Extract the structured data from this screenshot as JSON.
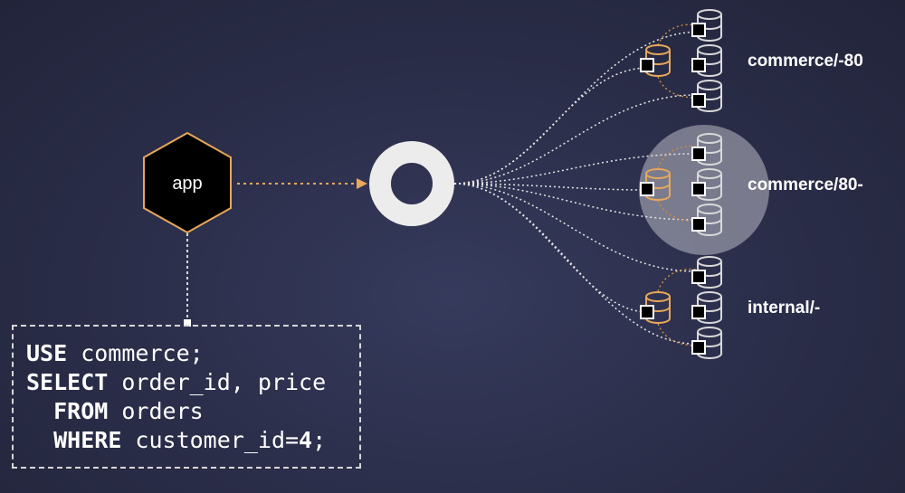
{
  "app": {
    "label": "app"
  },
  "shards": [
    {
      "label": "commerce/-80"
    },
    {
      "label": "commerce/80-"
    },
    {
      "label": "internal/-"
    }
  ],
  "query": {
    "lines": [
      {
        "kw": "USE",
        "rest": " commerce;"
      },
      {
        "kw": "SELECT",
        "rest": " order_id, price"
      },
      {
        "kw": "FROM",
        "rest": " orders"
      },
      {
        "kw": "WHERE",
        "rest": " customer_id=",
        "num": "4",
        "end": ";"
      }
    ]
  },
  "colors": {
    "primary_db": "#e8a75a",
    "replica_db": "#d9d9d9",
    "app_border": "#e8a75a",
    "router": "#ececec",
    "highlight": "#b9b9c4"
  }
}
